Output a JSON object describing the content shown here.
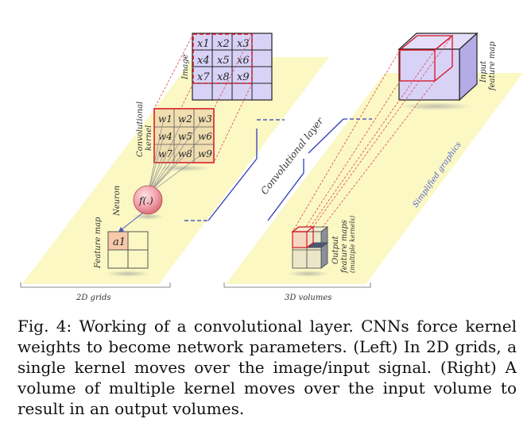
{
  "image_grid": [
    "x1",
    "x2",
    "x3",
    "x4",
    "x5",
    "x6",
    "x7",
    "x8",
    "x9"
  ],
  "kernel_grid": [
    "w1",
    "w2",
    "w3",
    "w4",
    "w5",
    "w6",
    "w7",
    "w8",
    "w9"
  ],
  "neuron_fn": "f(.)",
  "feature_cell": "a1",
  "labels": {
    "image": "Image",
    "conv_kernel_1": "Convolutional",
    "conv_kernel_2": "kernel",
    "neuron": "Neuron",
    "feature_map": "Feature map",
    "conv_layer": "Convolutional layer",
    "input_fm_1": "Input",
    "input_fm_2": "feature map",
    "simplified": "Simplified graphics",
    "output_1": "Output",
    "output_2": "feature maps",
    "output_3": "(multiple kernels)",
    "grids2d": "2D grids",
    "volumes3d": "3D volumes"
  },
  "caption": "Fig. 4: Working of a convolutional layer. CNNs force kernel weights to become network parameters. (Left) In 2D grids, a single kernel moves over the image/input signal. (Right) A volume of multiple kernel moves over the input volume to result in an output volumes."
}
